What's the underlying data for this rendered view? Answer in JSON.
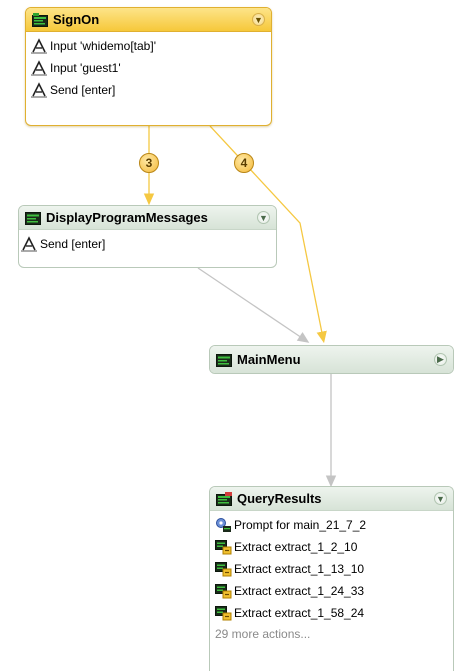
{
  "nodes": {
    "signon": {
      "title": "SignOn",
      "actions": [
        "Input 'whidemo[tab]'",
        "Input 'guest1'",
        "Send [enter]"
      ]
    },
    "display_program_messages": {
      "title": "DisplayProgramMessages",
      "actions": [
        "Send [enter]"
      ]
    },
    "main_menu": {
      "title": "MainMenu"
    },
    "query_results": {
      "title": "QueryResults",
      "actions": [
        "Prompt for main_21_7_2",
        "Extract extract_1_2_10",
        "Extract extract_1_13_10",
        "Extract extract_1_24_33",
        "Extract extract_1_58_24"
      ],
      "more": "29 more actions..."
    }
  },
  "badges": {
    "edge_3": "3",
    "edge_4": "4"
  },
  "colors": {
    "selected_edge": "#f5c842",
    "default_edge": "#c4c4c4"
  },
  "icons": {
    "screen": "screen-icon",
    "input_action": "text-input-icon",
    "prompt_action": "prompt-icon",
    "extract_action": "extract-icon",
    "expand": "chevron-down-icon",
    "collapsed": "chevron-right-icon"
  }
}
